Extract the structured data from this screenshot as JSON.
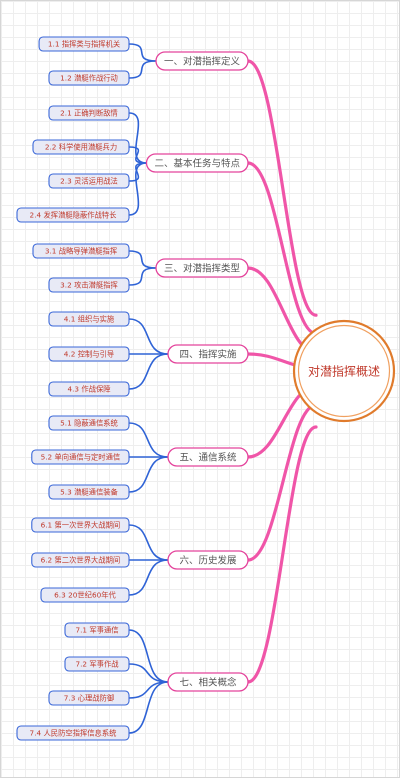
{
  "root": {
    "label": "对潜指挥概述"
  },
  "colors": {
    "branch_line": "#f055a8",
    "branch_border": "#e4449c",
    "leaf_line": "#2f63d6",
    "leaf_border": "#3a67d8",
    "leaf_fill": "#e8eaf6",
    "root_outer": "#e07b2c",
    "root_inner": "#f0a060",
    "text_red": "#c0392b"
  },
  "branches": [
    {
      "label": "一、对潜指挥定义",
      "children": [
        "1.1 指挥类与指挥机关",
        "1.2 潜艇作战行动"
      ]
    },
    {
      "label": "二、基本任务与特点",
      "children": [
        "2.1 正确判断敌情",
        "2.2 科学使用潜艇兵力",
        "2.3 灵活运用战法",
        "2.4 发挥潜艇隐蔽作战特长"
      ]
    },
    {
      "label": "三、对潜指挥类型",
      "children": [
        "3.1 战略导弹潜艇指挥",
        "3.2 攻击潜艇指挥"
      ]
    },
    {
      "label": "四、指挥实施",
      "children": [
        "4.1 组织与实施",
        "4.2 控制与引导",
        "4.3 作战保障"
      ]
    },
    {
      "label": "五、通信系统",
      "children": [
        "5.1 隐蔽通信系统",
        "5.2 单向通信与定时通信",
        "5.3 潜艇通信装备"
      ]
    },
    {
      "label": "六、历史发展",
      "children": [
        "6.1 第一次世界大战期间",
        "6.2 第二次世界大战期间",
        "6.3 20世纪60年代"
      ]
    },
    {
      "label": "七、相关概念",
      "children": [
        "7.1 军事通信",
        "7.2 军事作战",
        "7.3 心理战防御",
        "7.4 人民防空指挥信息系统"
      ]
    }
  ]
}
